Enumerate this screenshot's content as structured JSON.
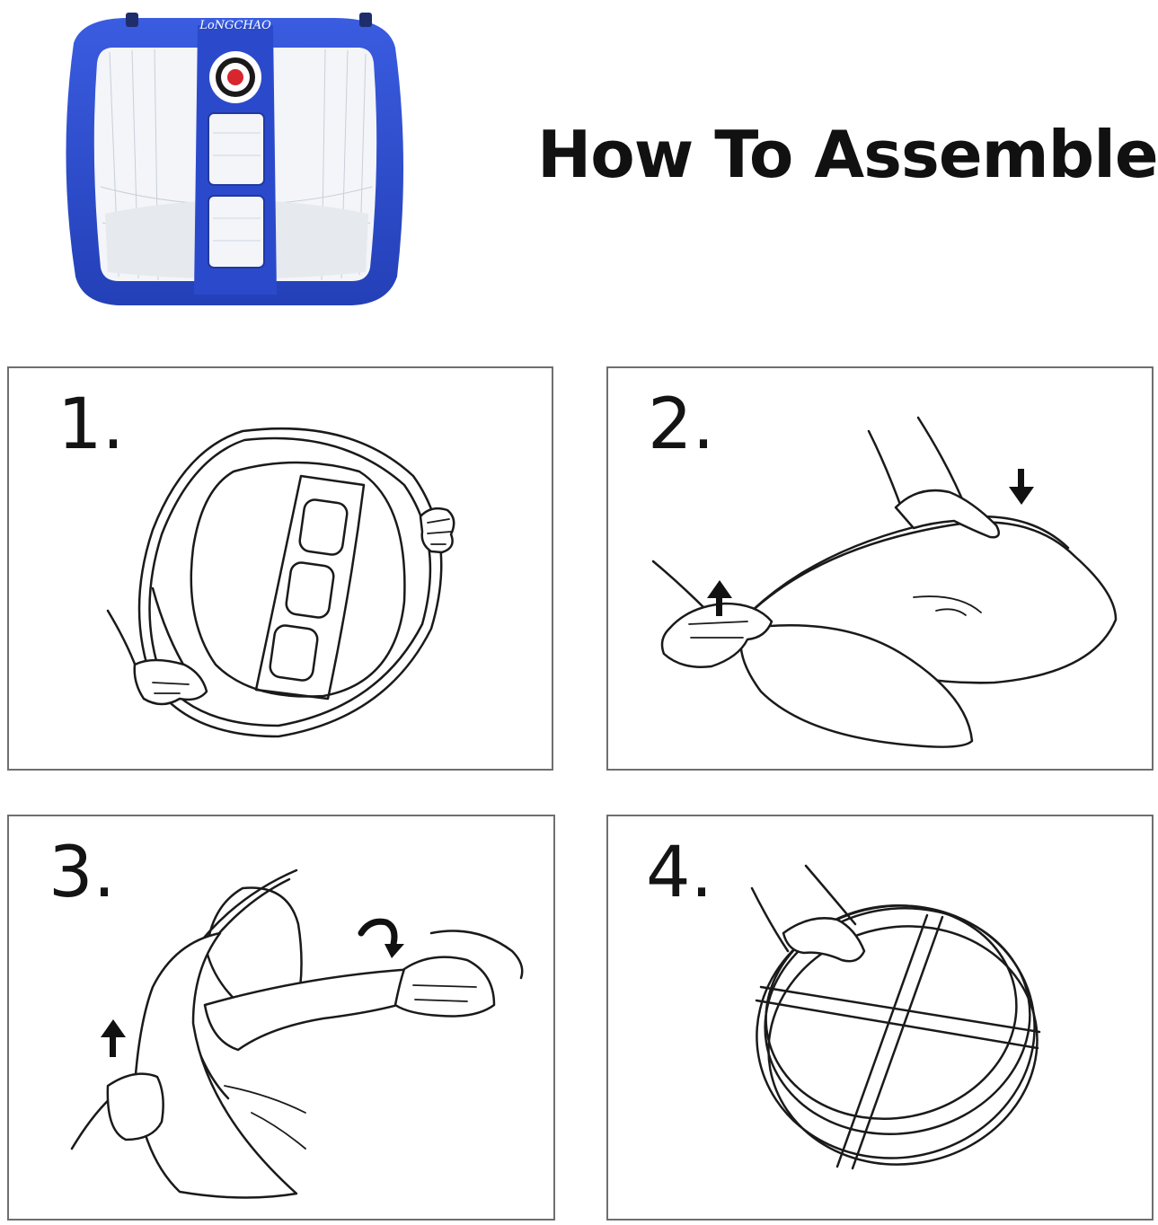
{
  "header": {
    "title": "How To Assemble",
    "brand_logo_text": "LoNGCHAO"
  },
  "steps": [
    {
      "number": "1."
    },
    {
      "number": "2."
    },
    {
      "number": "3."
    },
    {
      "number": "4."
    }
  ],
  "colors": {
    "net_blue": "#2f4fd0",
    "net_blue_dark": "#1e38a8",
    "target_red": "#d8262f",
    "mesh_white": "#f3f5f8"
  },
  "icons": {
    "step2_arrows": [
      "arrow-down-icon",
      "arrow-up-icon"
    ],
    "step3_arrows": [
      "curved-arrow-icon",
      "arrow-up-icon"
    ]
  }
}
